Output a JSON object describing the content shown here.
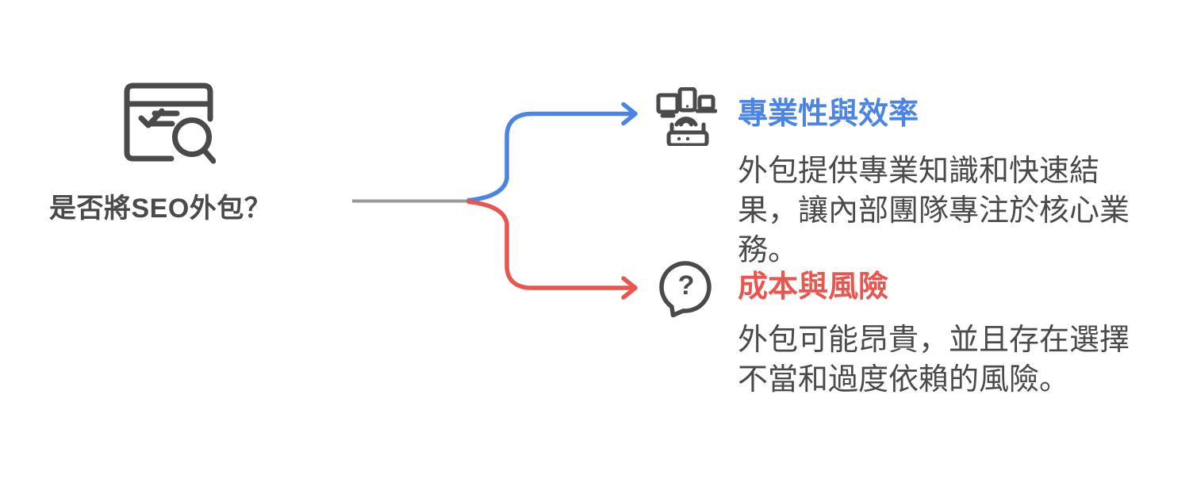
{
  "page": {
    "background": "#ffffff"
  },
  "colors": {
    "text": "#4a4a4a",
    "icon_stroke": "#4a4a4a",
    "root_line": "#999999",
    "pros": "#4c84e6",
    "cons": "#e8564f"
  },
  "root": {
    "label": "是否將SEO外包？",
    "icon": "seo-search-icon"
  },
  "branches": [
    {
      "id": "pros",
      "title": "專業性與效率",
      "body": "外包提供專業知識和快速結\n果，讓內部團隊專注於核心業\n務。",
      "icon": "devices-icon",
      "color": "#4c84e6"
    },
    {
      "id": "cons",
      "title": "成本與風險",
      "body": "外包可能昂貴，並且存在選擇\n不當和過度依賴的風險。",
      "icon": "question-bubble-icon",
      "color": "#e8564f"
    }
  ],
  "icons": {
    "question_mark": "?"
  }
}
